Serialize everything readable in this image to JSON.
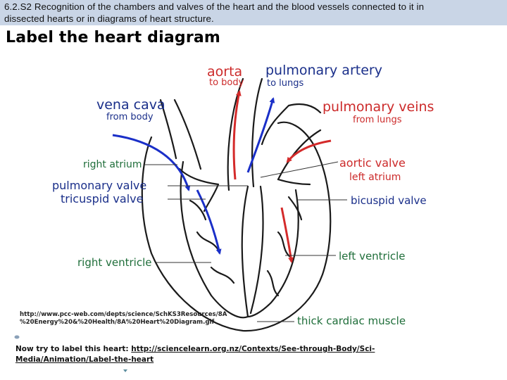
{
  "header": {
    "banner_line1": "6.2.S2 Recognition of the chambers and valves of the heart and the blood vessels connected to it in",
    "banner_line2": "dissected hearts or in diagrams of heart structure.",
    "title": "Label the heart diagram"
  },
  "labels": {
    "aorta": "aorta",
    "to_body": "to body",
    "pulmonary_artery": "pulmonary artery",
    "to_lungs": "to lungs",
    "vena_cava": "vena cava",
    "from_body": "from body",
    "pulmonary_veins": "pulmonary veins",
    "from_lungs": "from lungs",
    "right_atrium": "right atrium",
    "aortic_valve": "aortic valve",
    "left_atrium": "left atrium",
    "pulmonary_valve": "pulmonary valve",
    "tricuspid_valve": "tricuspid valve",
    "bicuspid_valve": "bicuspid valve",
    "right_ventricle": "right ventricle",
    "left_ventricle": "left ventricle",
    "thick_cardiac_muscle": "thick cardiac muscle"
  },
  "colors": {
    "red_label": "#cc2a2a",
    "blue_label": "#1a2f8a",
    "green_label": "#1f6e3a",
    "dark_label": "#333333",
    "blue_arrow": "#1a2fc8",
    "red_arrow": "#d42a2a"
  },
  "citation": {
    "line1": "http://www.pcc-web.com/depts/science/SchKS3Resources/8A",
    "line2": "%20Energy%20&%20Health/8A%20Heart%20Diagram.gif"
  },
  "footer": {
    "prefix": "Now try to label this heart:",
    "link_text": "http://sciencelearn.org.nz/Contexts/See-through-Body/Sci-Media/Animation/Label-the-heart"
  }
}
